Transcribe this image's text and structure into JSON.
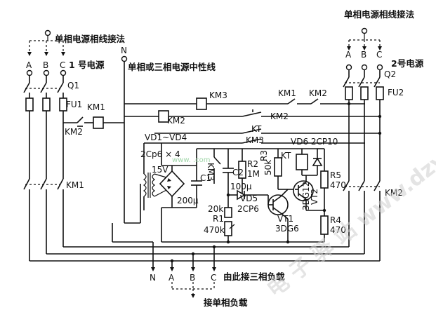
{
  "diagram": {
    "top_left_title": "单相电源相线接法",
    "top_right_title": "单相电源相线接法",
    "neutral_label": "N",
    "neutral_desc": "单相或三相电源中性线",
    "source1": {
      "phases": [
        "A",
        "B",
        "C"
      ],
      "name": "1 号电源",
      "breaker": "Q1",
      "fuse": "FU1",
      "contactor": "KM1"
    },
    "source2": {
      "phases": [
        "A",
        "B",
        "C"
      ],
      "name": "2号电源",
      "breaker": "Q2",
      "fuse": "FU2",
      "contactor": "KM2"
    },
    "coils": {
      "km1": "KM1",
      "km2": "KM2",
      "km3": "KM3",
      "kt": "KT"
    },
    "contacts": {
      "km2_nc": "KM2",
      "km1_top": "KM1",
      "km2_top": "KM2",
      "km2_mid": "KM2",
      "kt_mid": "KT",
      "km3_mid": "KM3",
      "km3_vert": "KM3"
    },
    "components": {
      "rectifier": "VD1~VD4",
      "diode_type": "2Cp6 × 4",
      "transformer_v": "15V",
      "c1": "C1",
      "c1_val": "200μ",
      "r2": "R2",
      "r2_val": "1M",
      "c2": "C2",
      "c2_val": "100μ",
      "r3": "R3",
      "r3_val": "50k",
      "vd5": "VD5",
      "vd5_type": "2CP6",
      "r1_top": "20k",
      "r1": "R1",
      "r1_val": "470k",
      "vt1": "VT1",
      "vt1_type": "3DG6",
      "vt2": "VT2",
      "vt2_type": "3DG12",
      "vd6": "VD6 2CP10",
      "r5": "R5",
      "r5_val": "470",
      "r4": "R4",
      "r4_val": "470",
      "kt_coil": "KT"
    },
    "bottom": {
      "n": "N",
      "phases": [
        "A",
        "B",
        "C"
      ],
      "three_phase_load": "由此接三相负载",
      "single_phase_load": "接单相负载"
    },
    "watermark": "电 子 驿 站 www.dzyz.cn",
    "watermark_small": "www.   .com"
  }
}
